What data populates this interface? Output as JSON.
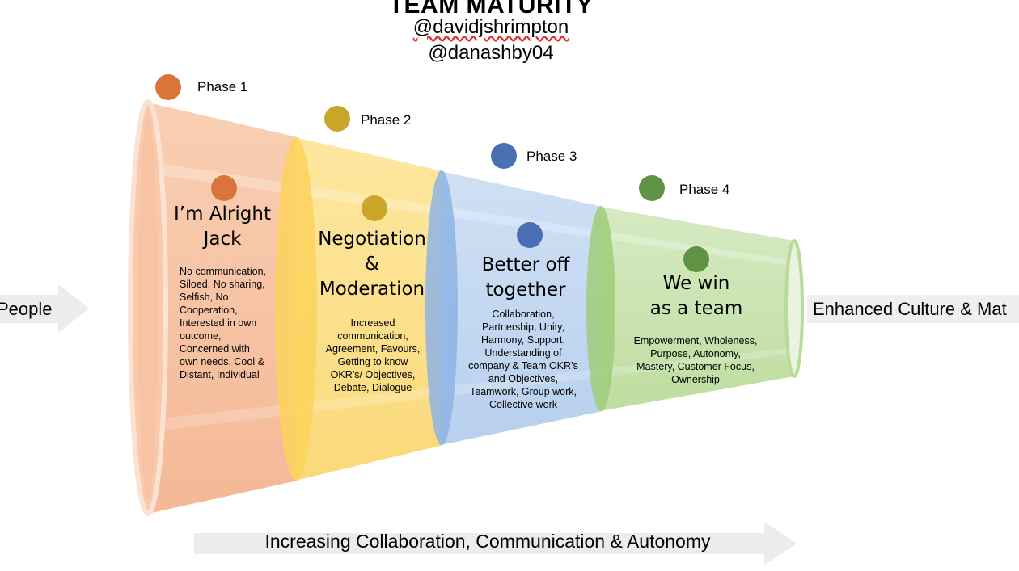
{
  "title": "TEAM MATURITY",
  "handles": [
    "@davidjshrimpton",
    "@danashby04"
  ],
  "left_label": "People",
  "right_label": "Enhanced Culture & Mat",
  "bottom_label": "Increasing Collaboration, Communication & Autonomy",
  "phases": [
    {
      "label": "Phase 1",
      "color": "#d9753a",
      "stage_title_1": "I’m Alright",
      "stage_title_2": "Jack",
      "stage_title_3": "",
      "description": [
        "No communication,",
        "Siloed, No sharing,",
        "Selfish, No",
        "Cooperation,",
        "Interested in own",
        "outcome,",
        "Concerned with",
        "own needs, Cool &",
        "Distant, Individual"
      ]
    },
    {
      "label": "Phase 2",
      "color": "#c9a62a",
      "stage_title_1": "Negotiation",
      "stage_title_2": "&",
      "stage_title_3": "Moderation",
      "description": [
        "Increased",
        "communication,",
        "Agreement, Favours,",
        "Getting to know",
        "OKR’s/ Objectives,",
        "Debate, Dialogue"
      ]
    },
    {
      "label": "Phase 3",
      "color": "#4a6fb5",
      "stage_title_1": "Better off",
      "stage_title_2": "together",
      "stage_title_3": "",
      "description": [
        "Collaboration,",
        "Partnership, Unity,",
        "Harmony, Support,",
        "Understanding of",
        "company & Team OKR’s",
        "and Objectives,",
        "Teamwork, Group work,",
        "Collective work"
      ]
    },
    {
      "label": "Phase 4",
      "color": "#5e9444",
      "stage_title_1": "We win",
      "stage_title_2": "as a team",
      "stage_title_3": "",
      "description": [
        "Empowerment, Wholeness,",
        "Purpose, Autonomy,",
        "Mastery, Customer Focus,",
        "Ownership"
      ]
    }
  ]
}
